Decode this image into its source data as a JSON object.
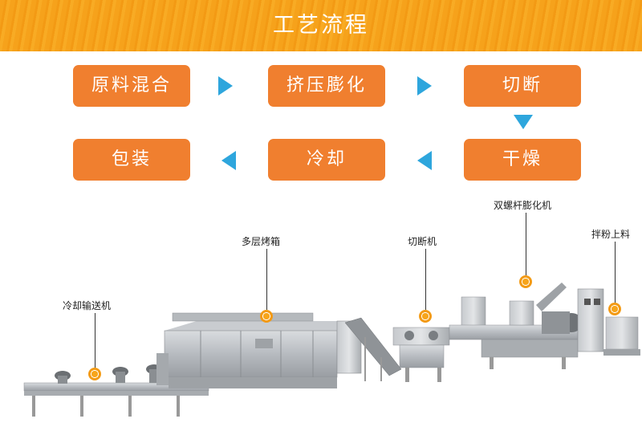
{
  "header": {
    "title": "工艺流程"
  },
  "process_steps": {
    "step1": "原料混合",
    "step2": "挤压膨化",
    "step3": "切断",
    "step4": "干燥",
    "step5": "冷却",
    "step6": "包装"
  },
  "machine_labels": {
    "cooling_conveyor": "冷却输送机",
    "multilayer_oven": "多层烤箱",
    "cutter": "切断机",
    "twin_screw_extruder": "双螺杆膨化机",
    "mixer_feeder": "拌粉上料"
  },
  "colors": {
    "header_orange": "#f6a21b",
    "step_orange": "#f07f2f",
    "arrow_blue": "#2ea6dd"
  }
}
